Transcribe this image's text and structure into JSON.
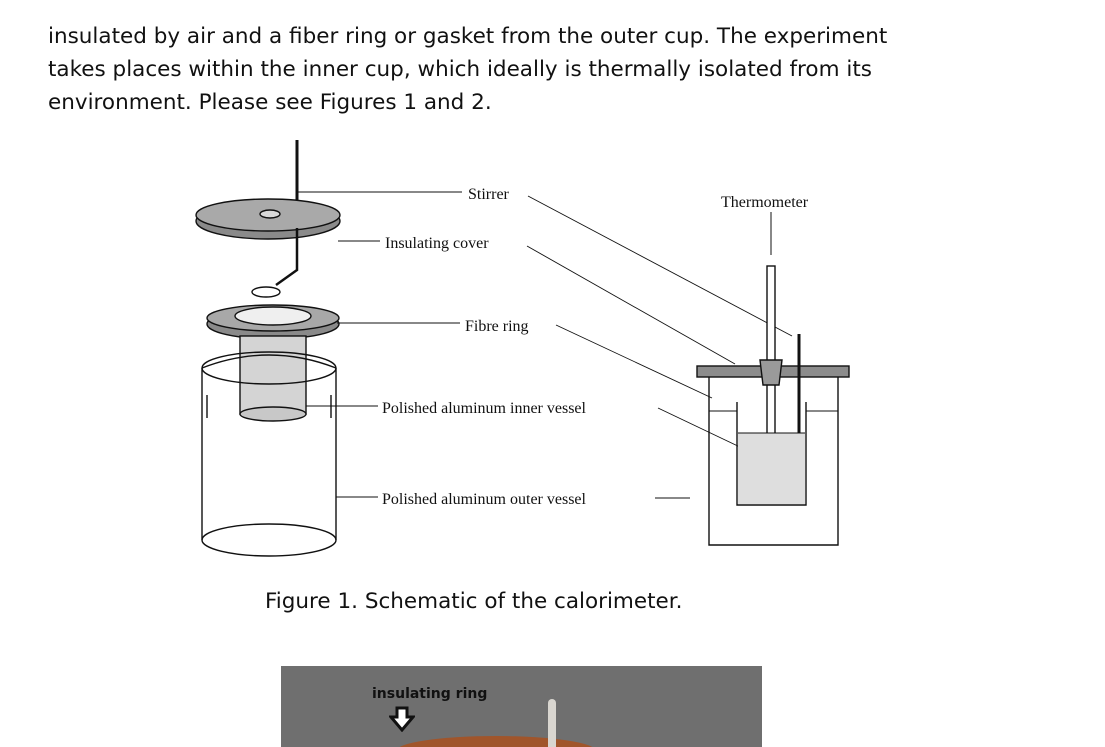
{
  "paragraph": {
    "lines": [
      "insulated by air and a fiber ring or gasket from the outer cup.  The experiment",
      "takes places within the inner cup, which ideally is thermally isolated from its",
      "environment. Please see Figures 1 and 2."
    ]
  },
  "figure1": {
    "labels": {
      "stirrer": "Stirrer",
      "insulating_cover": "Insulating cover",
      "fibre_ring": "Fibre ring",
      "inner_vessel": "Polished aluminum inner vessel",
      "outer_vessel": "Polished aluminum outer vessel",
      "thermometer": "Thermometer"
    },
    "caption": "Figure 1.  Schematic of the calorimeter."
  },
  "figure2": {
    "label": "insulating ring",
    "icons": [
      "down-arrow-icon"
    ]
  }
}
